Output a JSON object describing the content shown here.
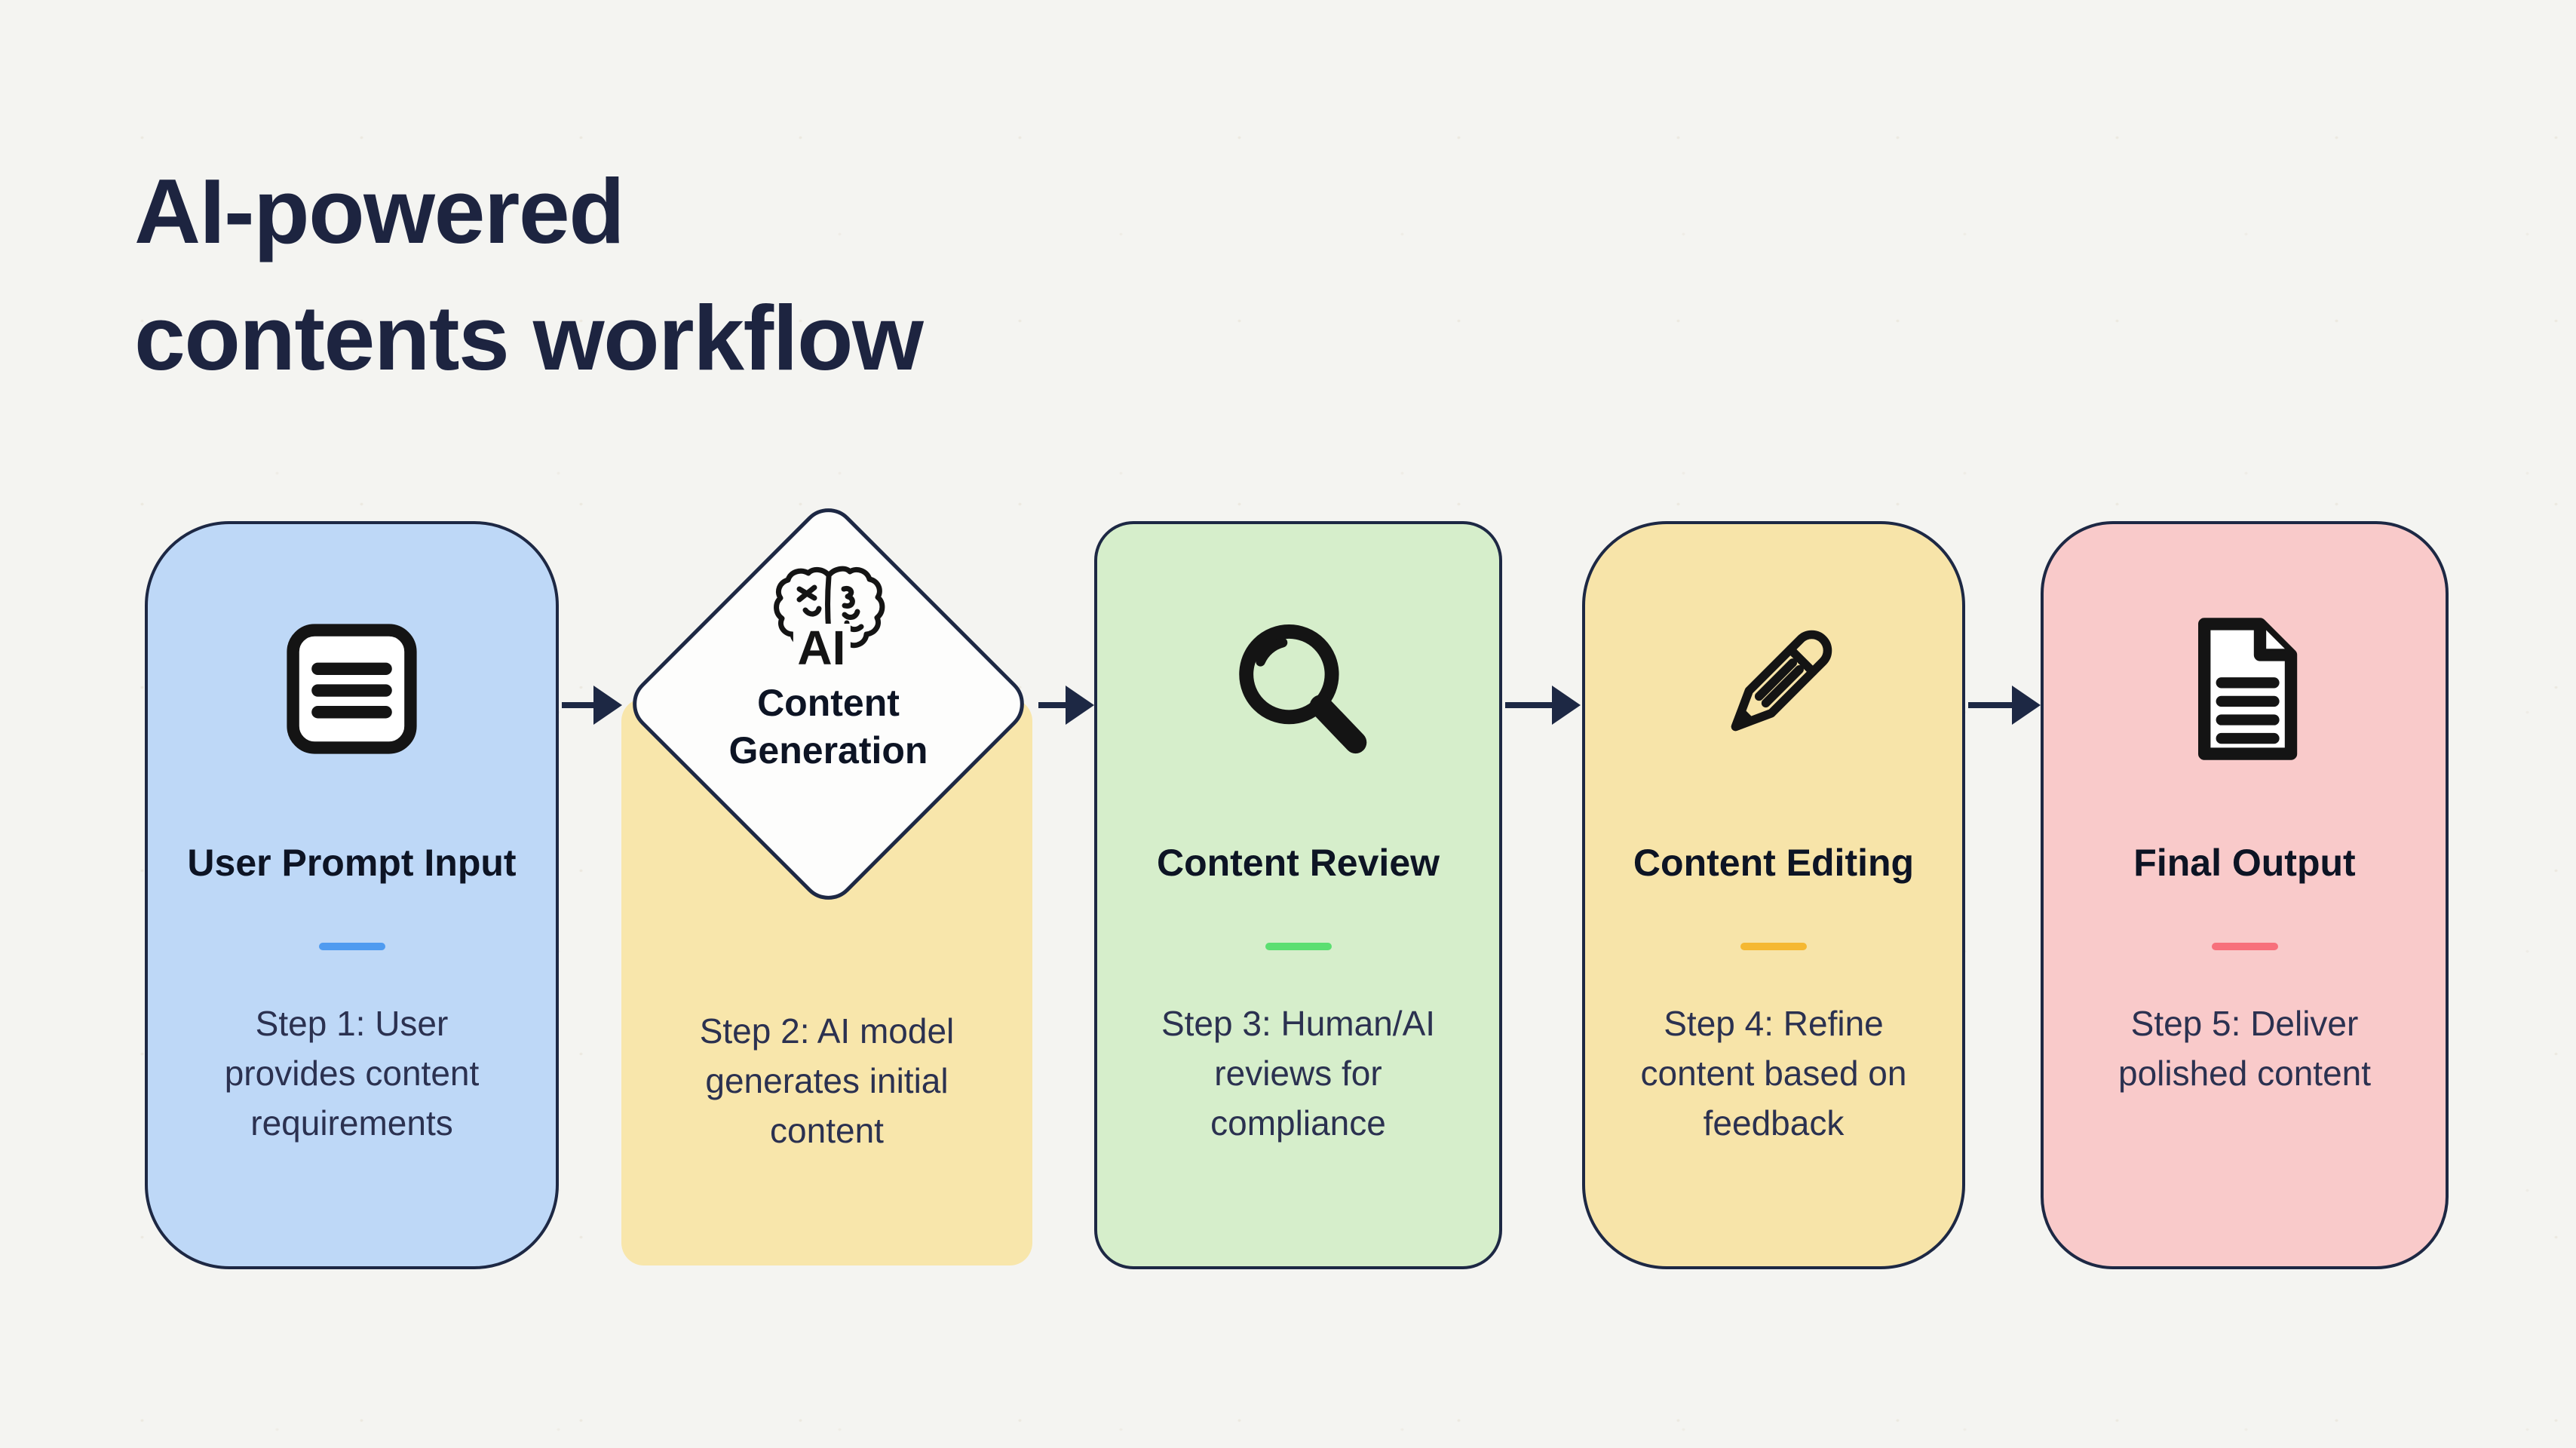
{
  "page_title": {
    "line1": "AI-powered",
    "line2": "contents workflow"
  },
  "steps": [
    {
      "title": "User Prompt Input",
      "description": "Step 1: User provides content requirements",
      "icon": "document-lines-icon",
      "shape": "rounded-rect"
    },
    {
      "title": "Content Generation",
      "icon_label": "AI",
      "description": "Step 2: AI model generates initial content",
      "icon": "ai-brain-icon",
      "shape": "diamond"
    },
    {
      "title": "Content Review",
      "description": "Step 3: Human/AI reviews for compliance",
      "icon": "magnifier-icon",
      "shape": "rounded-rect"
    },
    {
      "title": "Content Editing",
      "description": "Step 4: Refine content based on feedback",
      "icon": "pencil-icon",
      "shape": "rounded-rect"
    },
    {
      "title": "Final Output",
      "description": "Step 5: Deliver polished content",
      "icon": "document-page-icon",
      "shape": "rounded-rect"
    }
  ],
  "colors": {
    "background": "#f4f4f1",
    "title_text": "#1d2440",
    "border": "#1d2844",
    "arrow": "#1d2844",
    "heading_text": "#0d1424",
    "body_text": "#2b3150",
    "icon": "#141414",
    "card1_bg": "#bed8f7",
    "card1_accent": "#4f9bf0",
    "card2_bg": "#f8e6ab",
    "diamond_bg": "#fdfdfc",
    "card3_bg": "#d6eecb",
    "card3_accent": "#5cdf71",
    "card4_bg": "#f7e4a9",
    "card4_accent": "#f5b832",
    "card5_bg": "#f9caca",
    "card5_accent": "#f7707b"
  }
}
